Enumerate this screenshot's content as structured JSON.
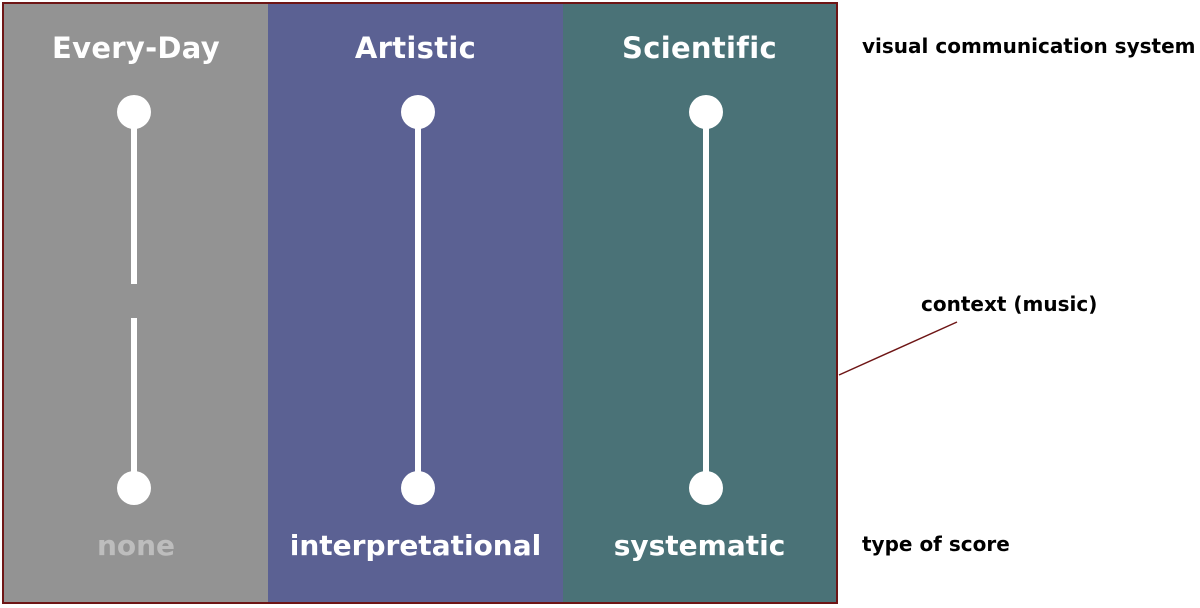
{
  "side_labels": {
    "system": "visual communication system",
    "context": "context (music)",
    "score_type": "type of score"
  },
  "columns": [
    {
      "title": "Every-Day",
      "score": "none",
      "background": "#939393",
      "score_color": "#bdbdbd",
      "line_style": "broken"
    },
    {
      "title": "Artistic",
      "score": "interpretational",
      "background": "#5b6193",
      "score_color": "#ffffff",
      "line_style": "solid"
    },
    {
      "title": "Scientific",
      "score": "systematic",
      "background": "#4a7277",
      "score_color": "#ffffff",
      "line_style": "solid"
    }
  ],
  "colors": {
    "frame": "#6e1515",
    "marker": "#ffffff"
  }
}
